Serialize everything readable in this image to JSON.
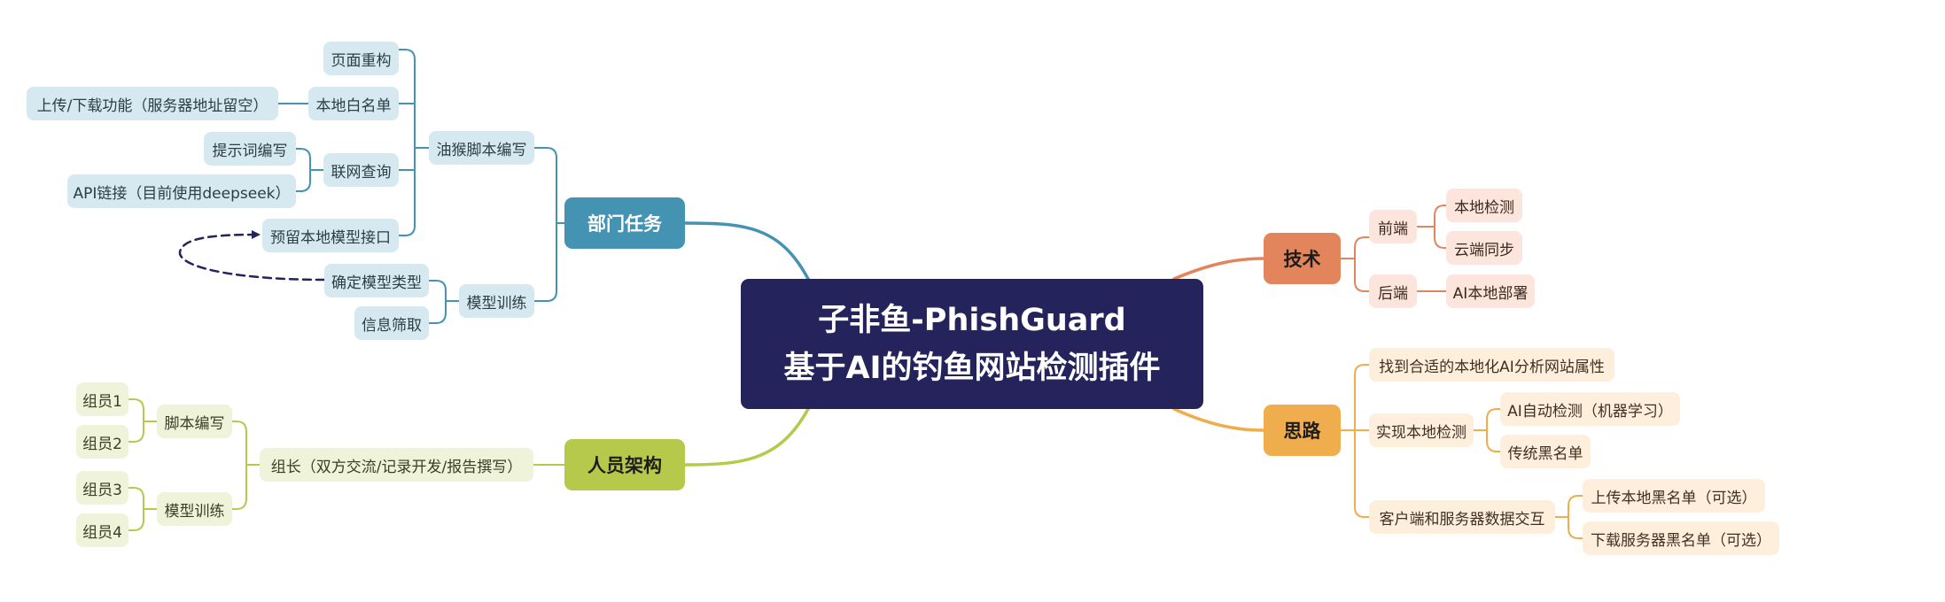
{
  "center": {
    "line1": "子非鱼-PhishGuard",
    "line2": "基于AI的钓鱼网站检测插件"
  },
  "colors": {
    "center_bg": "#25235c",
    "blue": "#4493b3",
    "green": "#b7c94b",
    "red": "#e2855d",
    "orange": "#efad4d"
  },
  "branches": {
    "dept": {
      "label": "部门任务",
      "youhou": {
        "label": "油猴脚本编写",
        "page_refactor": "页面重构",
        "whitelist": "本地白名单",
        "upload": "上传/下载功能（服务器地址留空）",
        "online": "联网查询",
        "prompt": "提示词编写",
        "api": "API链接（目前使用deepseek）",
        "reserve": "预留本地模型接口"
      },
      "training": {
        "label": "模型训练",
        "model_type": "确定模型类型",
        "filter": "信息筛取"
      }
    },
    "people": {
      "label": "人员架构",
      "leader": "组长（双方交流/记录开发/报告撰写）",
      "script": "脚本编写",
      "training": "模型训练",
      "m1": "组员1",
      "m2": "组员2",
      "m3": "组员3",
      "m4": "组员4"
    },
    "tech": {
      "label": "技术",
      "frontend": "前端",
      "local_detect": "本地检测",
      "cloud_sync": "云端同步",
      "backend": "后端",
      "ai_deploy": "AI本地部署"
    },
    "idea": {
      "label": "思路",
      "find": "找到合适的本地化AI分析网站属性",
      "local": "实现本地检测",
      "ai_auto": "AI自动检测（机器学习）",
      "blacklist": "传统黑名单",
      "interact": "客户端和服务器数据交互",
      "upload": "上传本地黑名单（可选）",
      "download": "下载服务器黑名单（可选）"
    }
  }
}
